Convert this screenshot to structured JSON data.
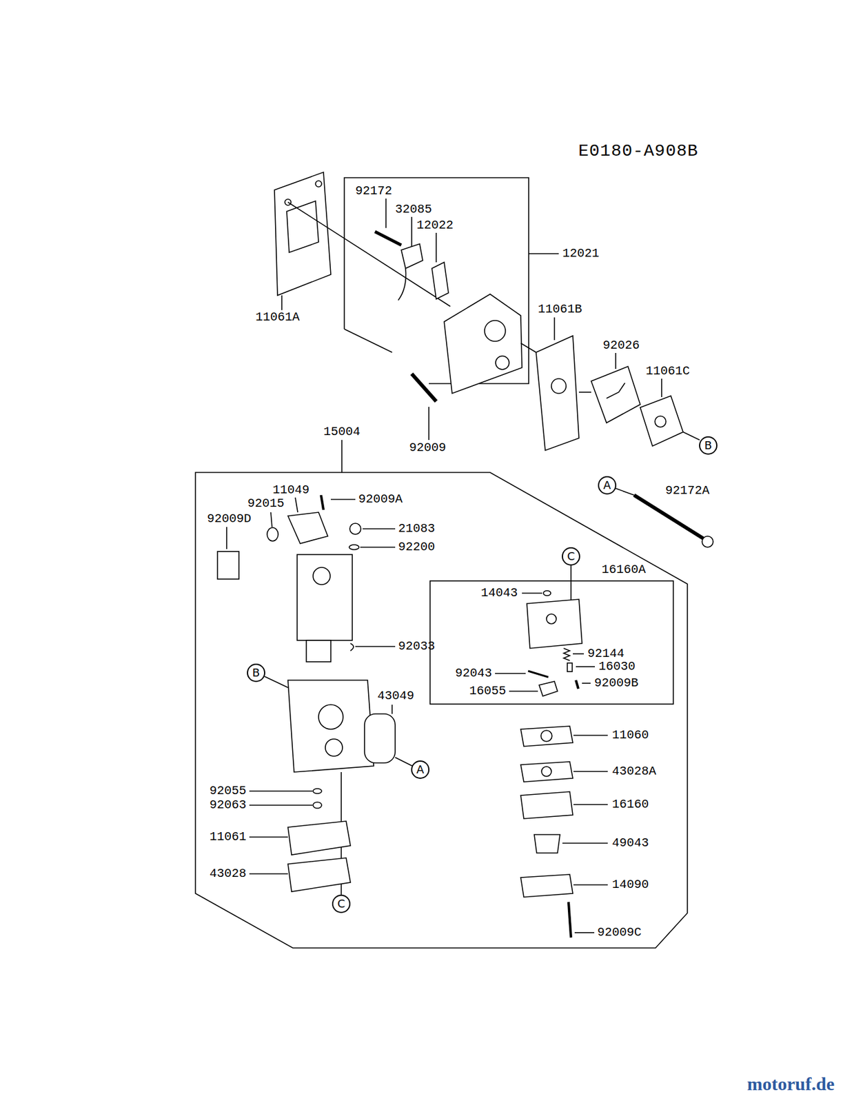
{
  "diagram": {
    "nodes": [
      {
        "text": [
          "B"
        ]
      },
      {
        "text": [
          "A"
        ]
      },
      {
        "text": [
          "C"
        ]
      },
      {
        "text": [
          "B"
        ]
      },
      {
        "text": [
          "A"
        ]
      },
      {
        "text": [
          "C"
        ]
      }
    ],
    "labels": [
      "E0180-A908B",
      "92172",
      "32085",
      "12022",
      "12021",
      "11061A",
      "11061B",
      "92026",
      "11061C",
      "92009",
      "15004",
      "92172A",
      "11049",
      "92009A",
      "92015",
      "21083",
      "92009D",
      "92200",
      "92033",
      "14043",
      "16160A",
      "92144",
      "16030",
      "92043",
      "92009B",
      "16055",
      "43049",
      "11060",
      "43028A",
      "92055",
      "16160",
      "92063",
      "11061",
      "49043",
      "43028",
      "14090",
      "92009C",
      "motoruf.de"
    ]
  }
}
